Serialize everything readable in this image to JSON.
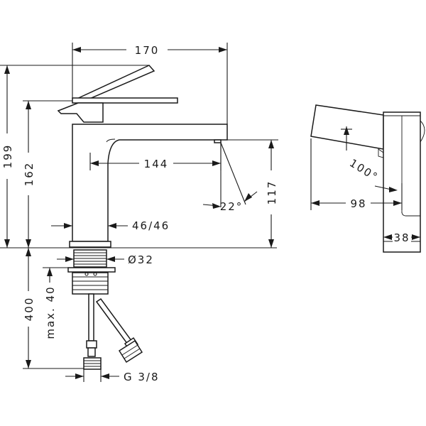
{
  "dimensions": {
    "width_170": "170",
    "height_199": "199",
    "height_162": "162",
    "reach_144": "144",
    "angle_22": "22°",
    "height_117": "117",
    "base_46": "46/46",
    "thread_32": "Ø32",
    "hose_400": "400",
    "max_40": "max. 40",
    "connection_g38": "G 3/8",
    "angle_100": "100°",
    "depth_98": "98",
    "width_38": "38"
  }
}
